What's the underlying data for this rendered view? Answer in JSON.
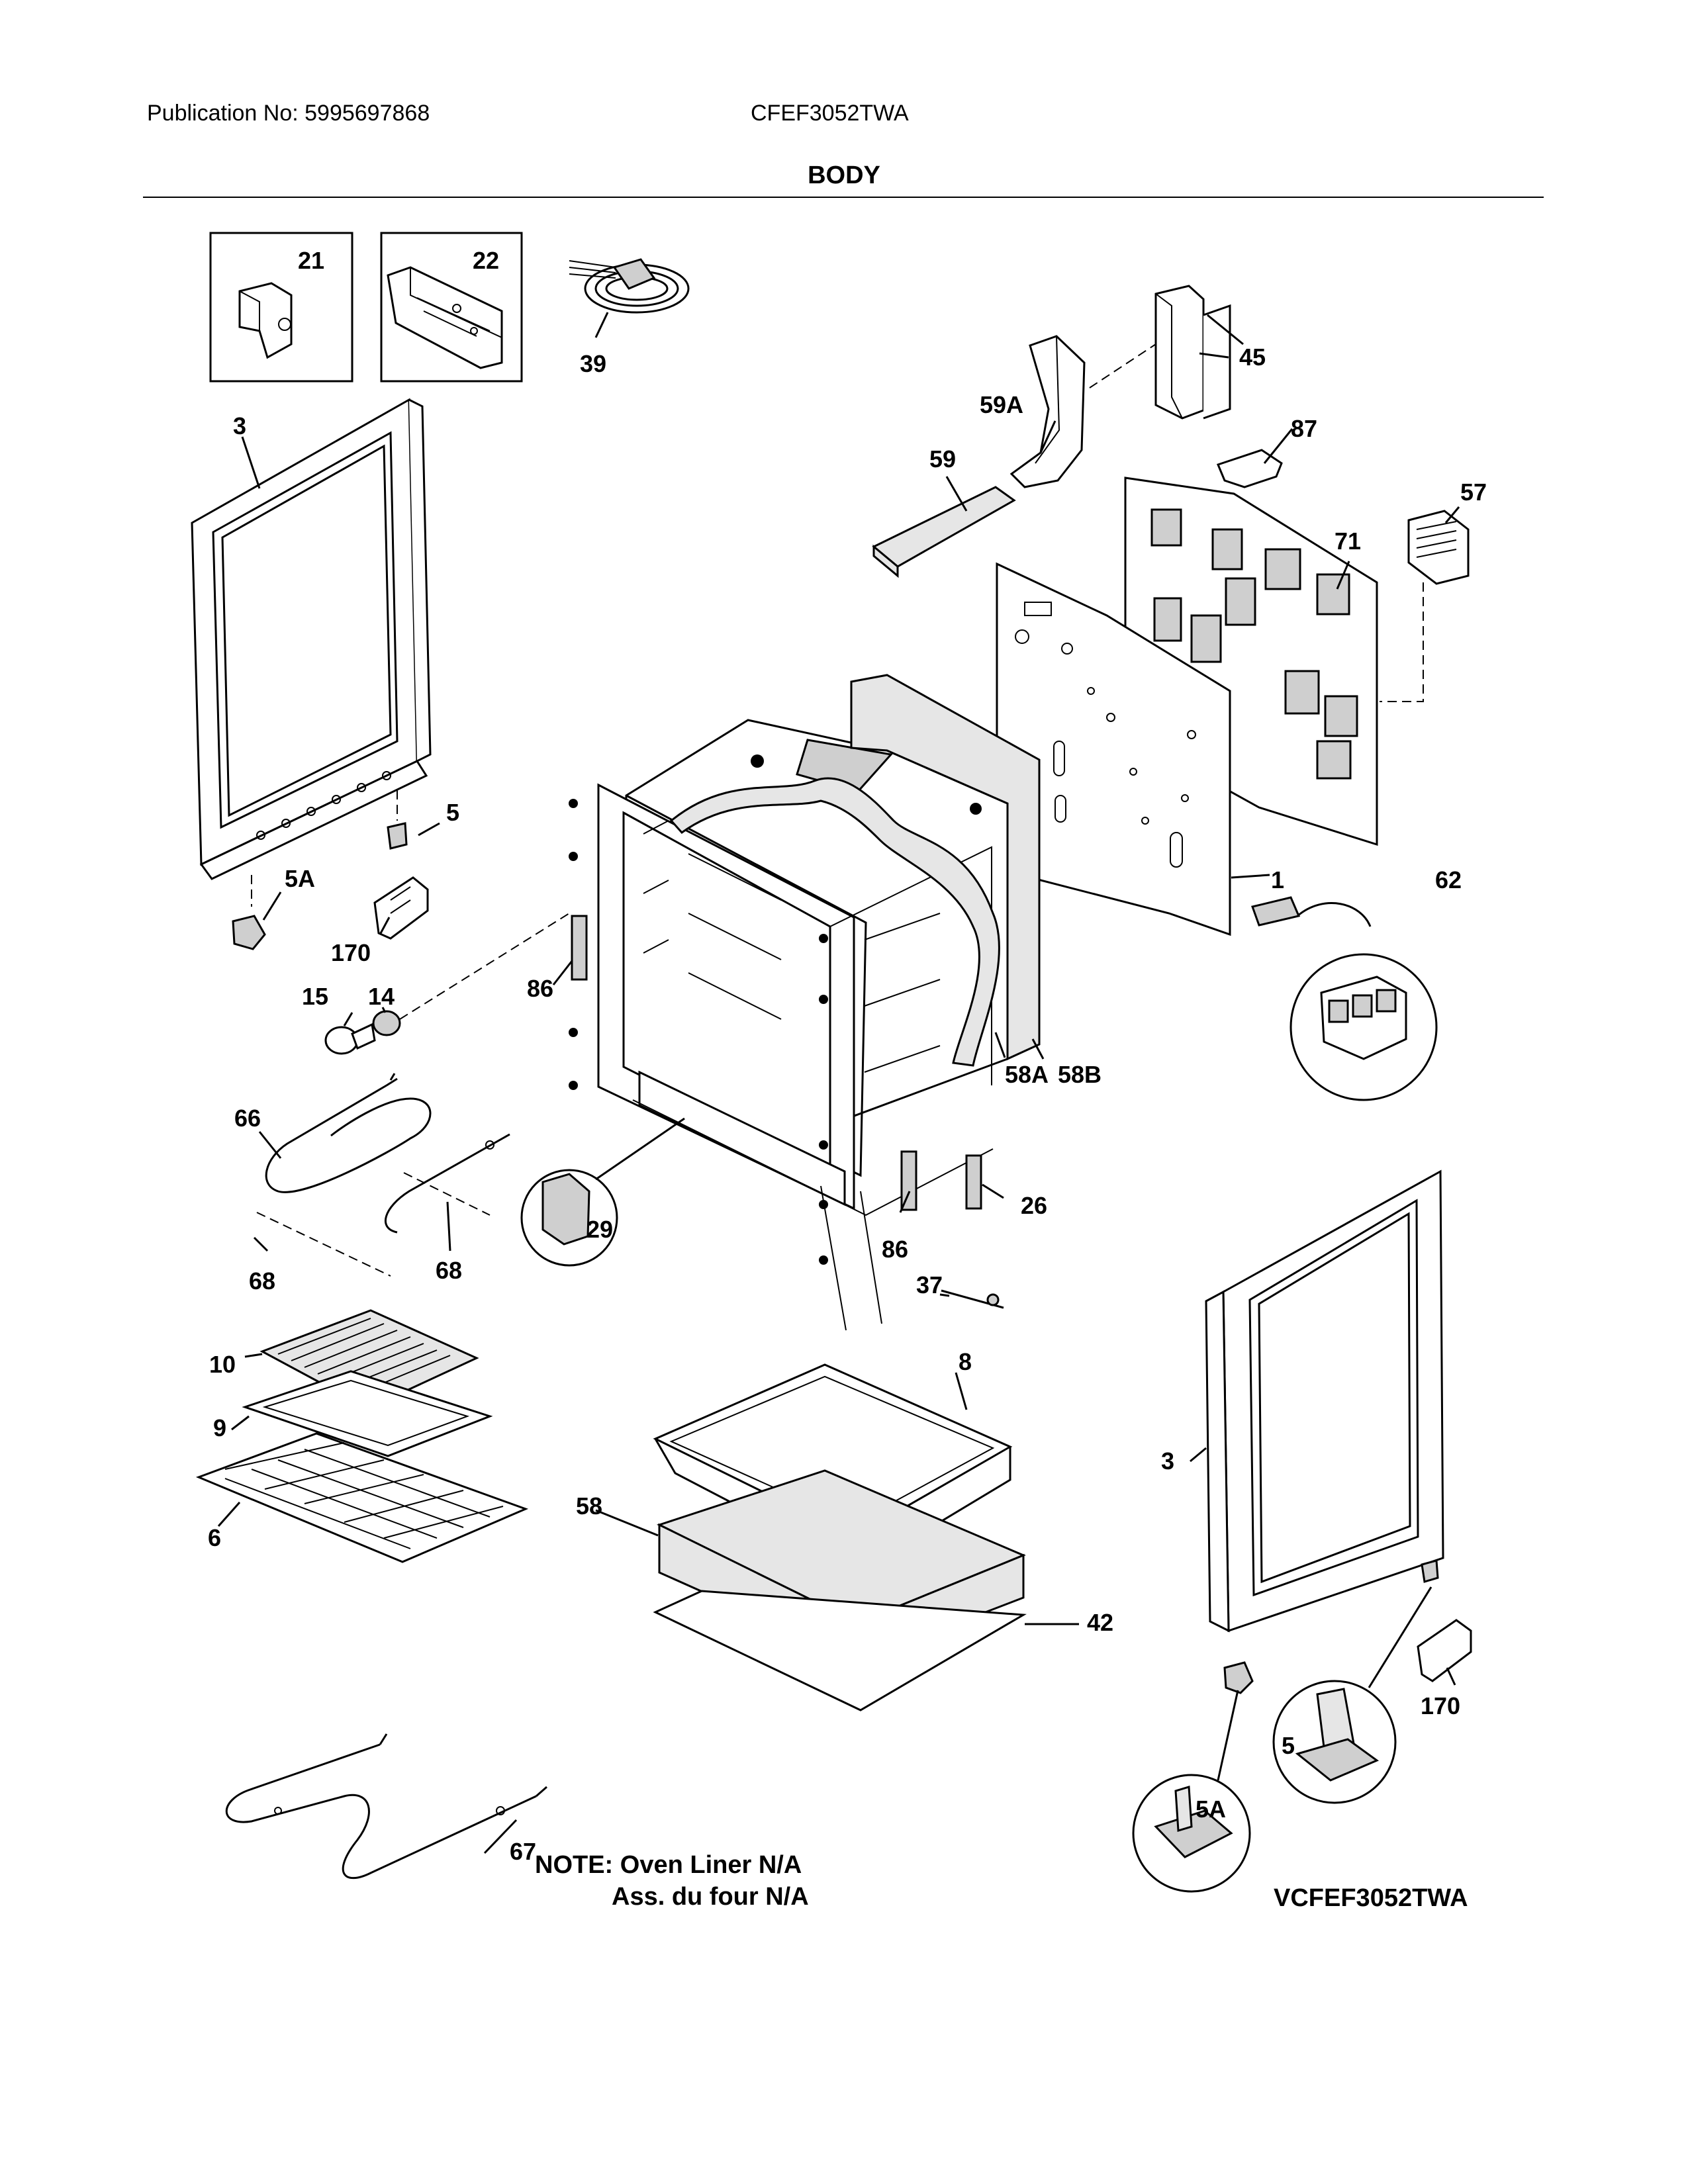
{
  "header": {
    "publication": "Publication No: 5995697868",
    "model": "CFEF3052TWA",
    "section_title": "BODY"
  },
  "callouts": {
    "c21": "21",
    "c22": "22",
    "c39": "39",
    "c45": "45",
    "c59A": "59A",
    "c87": "87",
    "c59": "59",
    "c57": "57",
    "c71": "71",
    "c3_left": "3",
    "c5_left": "5",
    "c5A_left": "5A",
    "c170_left": "170",
    "c14": "14",
    "c15": "15",
    "c86_left": "86",
    "c1": "1",
    "c62": "62",
    "c58A": "58A",
    "c58B": "58B",
    "c66": "66",
    "c29": "29",
    "c26": "26",
    "c86_right": "86",
    "c68_left": "68",
    "c68_right": "68",
    "c37": "37",
    "c10": "10",
    "c8": "8",
    "c9": "9",
    "c3_right": "3",
    "c6": "6",
    "c58": "58",
    "c42": "42",
    "c170_right": "170",
    "c5_detail": "5",
    "c5A_detail": "5A",
    "c67": "67"
  },
  "note": {
    "line1": "NOTE: Oven Liner N/A",
    "line2": "Ass. du four N/A"
  },
  "footer_id": "VCFEF3052TWA"
}
